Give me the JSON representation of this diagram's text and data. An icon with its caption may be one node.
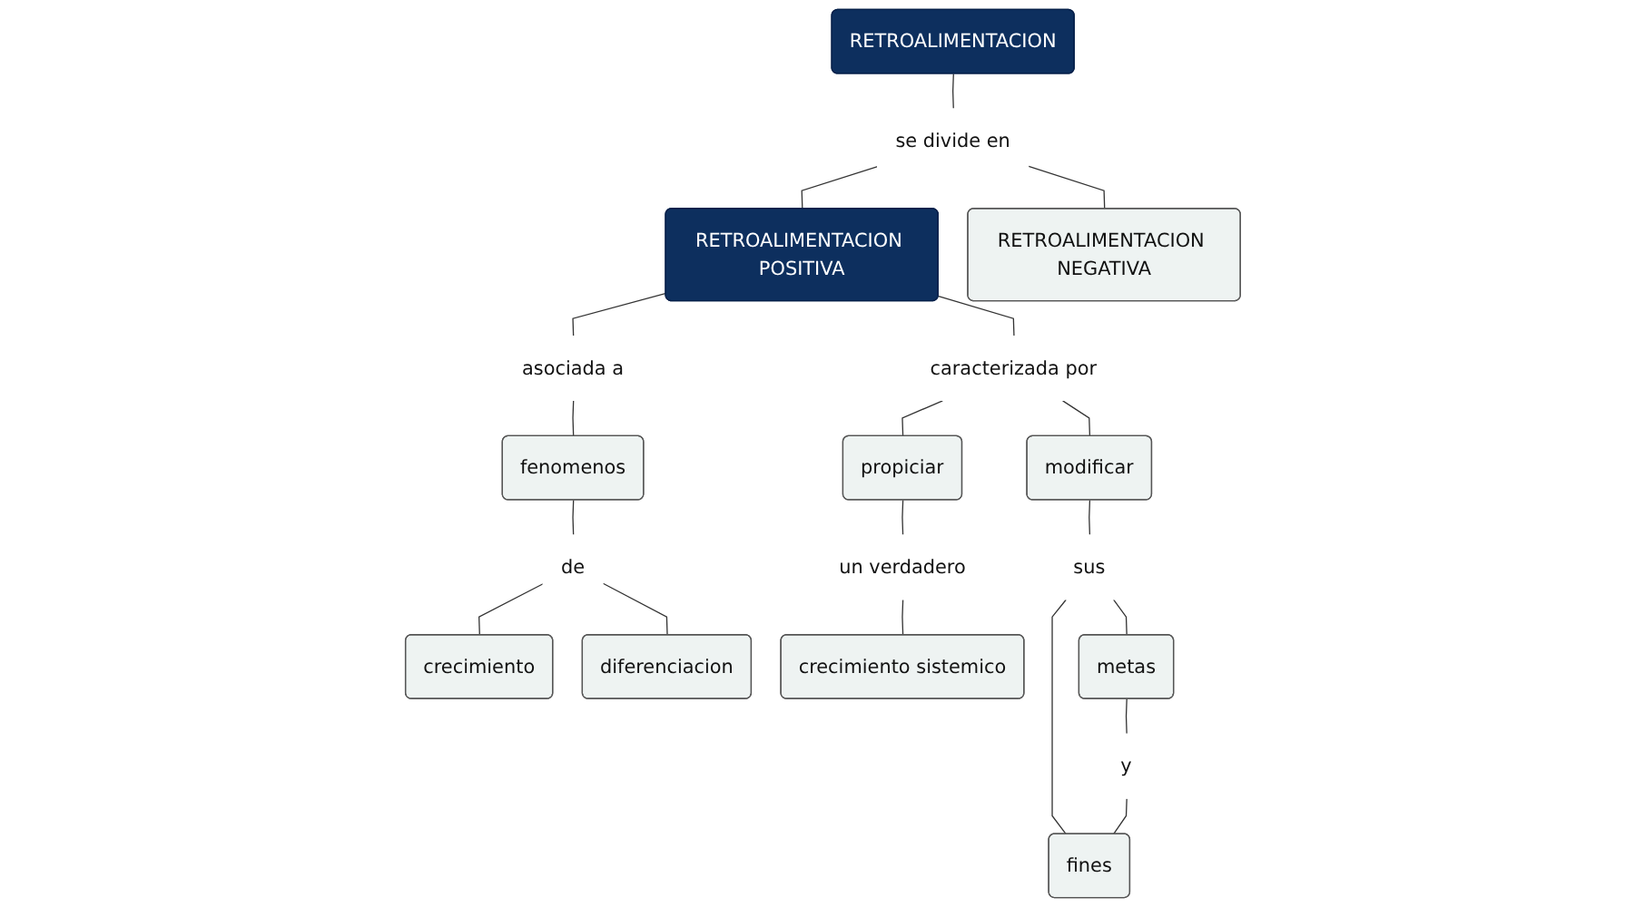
{
  "diagram": {
    "nodes": [
      {
        "text": [
          "RETROALIMENTACION"
        ]
      },
      {
        "text": [
          "se divide en"
        ]
      },
      {
        "text": [
          "RETROALIMENTACION POSITIVA"
        ]
      },
      {
        "text": [
          "RETROALIMENTACION NEGATIVA"
        ]
      },
      {
        "text": [
          "asociada a"
        ]
      },
      {
        "text": [
          "caracterizada por"
        ]
      },
      {
        "text": [
          "fenomenos"
        ]
      },
      {
        "text": [
          "de"
        ]
      },
      {
        "text": [
          "crecimiento"
        ]
      },
      {
        "text": [
          "diferenciacion"
        ]
      },
      {
        "text": [
          "propiciar"
        ]
      },
      {
        "text": [
          "un verdadero"
        ]
      },
      {
        "text": [
          "crecimiento sistemico"
        ]
      },
      {
        "text": [
          "modificar"
        ]
      },
      {
        "text": [
          "sus"
        ]
      },
      {
        "text": [
          "metas"
        ]
      },
      {
        "text": [
          "y"
        ]
      },
      {
        "text": [
          "fines"
        ]
      }
    ],
    "edges": [
      {
        "from": 0,
        "to": 1,
        "arrow": "none"
      },
      {
        "from": 1,
        "to": 2,
        "arrow": "none"
      },
      {
        "from": 1,
        "to": 3,
        "arrow": "none"
      },
      {
        "from": 2,
        "to": 4,
        "arrow": "none"
      },
      {
        "from": 2,
        "to": 5,
        "arrow": "none"
      },
      {
        "from": 4,
        "to": 6,
        "arrow": "none"
      },
      {
        "from": 6,
        "to": 7,
        "arrow": "none"
      },
      {
        "from": 7,
        "to": 8,
        "arrow": "none"
      },
      {
        "from": 7,
        "to": 9,
        "arrow": "none"
      },
      {
        "from": 5,
        "to": 10,
        "arrow": "none"
      },
      {
        "from": 5,
        "to": 13,
        "arrow": "none"
      },
      {
        "from": 10,
        "to": 11,
        "arrow": "none"
      },
      {
        "from": 11,
        "to": 12,
        "arrow": "none"
      },
      {
        "from": 13,
        "to": 14,
        "arrow": "none"
      },
      {
        "from": 14,
        "to": 15,
        "arrow": "none"
      },
      {
        "from": 14,
        "to": 17,
        "arrow": "none"
      },
      {
        "from": 15,
        "to": 16,
        "arrow": "none"
      },
      {
        "from": 16,
        "to": 17,
        "arrow": "none"
      }
    ]
  }
}
